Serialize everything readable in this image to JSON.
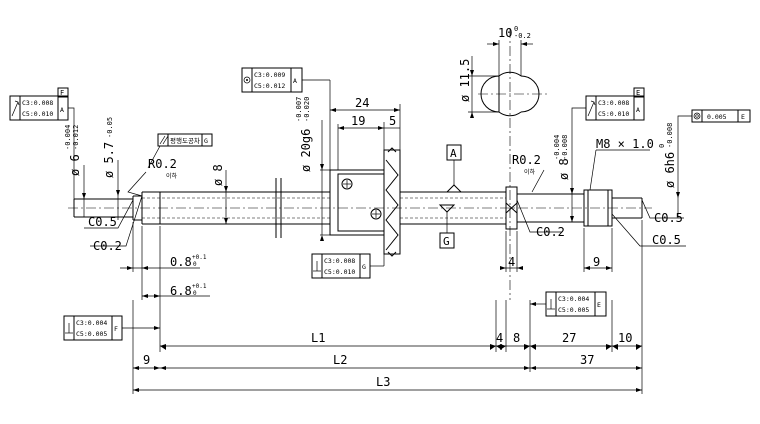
{
  "dims": {
    "d11_5": "ø 11.5",
    "w10": "10",
    "w10_tol": "0",
    "w10_tol2": "-0.2",
    "d24": "24",
    "d19": "19",
    "d5": "5",
    "d20g6": "ø 20g6",
    "d20g6_tol1": "-0.007",
    "d20g6_tol2": "-0.020",
    "d6_left": "ø 6",
    "d6_left_tol1": "-0.004",
    "d6_left_tol2": "-0.012",
    "d5_7": "ø 5.7",
    "d5_7_tol": "-0.05",
    "d8_left": "ø 8",
    "r02_left": "R0.2",
    "r02_left_sub": "이하",
    "r02_right": "R0.2",
    "r02_right_sub": "이하",
    "d8_right": "ø 8",
    "d8_right_tol1": "-0.004",
    "d8_right_tol2": "-0.008",
    "m8": "M8 × 1.0",
    "d6h6": "ø 6h6",
    "d6h6_tol1": "0",
    "d6h6_tol2": "-0.008",
    "c05_a": "C0.5",
    "c02_a": "C0.2",
    "c02_b": "C0.2",
    "c05_b": "C0.5",
    "c05_c": "C0.5",
    "d08": "0.8",
    "d08_tol": "+0.1",
    "d08_tol2": "0",
    "d68": "6.8",
    "d68_tol": "+0.1",
    "d68_tol2": "0",
    "d4a": "4",
    "d9a": "9",
    "L1": "L1",
    "d4b": "4",
    "d8b": "8",
    "d27": "27",
    "d10": "10",
    "d9b": "9",
    "L2": "L2",
    "d37": "37",
    "L3": "L3"
  },
  "datums": {
    "A": "A",
    "G": "G",
    "E": "E",
    "F": "F"
  },
  "frames": {
    "left_runout": {
      "line1": "C3:0.008",
      "line2": "C5:0.010",
      "datum": "A",
      "tag": "F"
    },
    "nut_runout": {
      "line1": "C3:0.009",
      "line2": "C5:0.012",
      "datum": "A"
    },
    "parallel": {
      "text": "평행도공차",
      "datum": "G"
    },
    "nut_perp": {
      "line1": "C3:0.008",
      "line2": "C5:0.010",
      "datum": "G"
    },
    "right_runout": {
      "line1": "C3:0.008",
      "line2": "C5:0.010",
      "datum": "A",
      "tag": "E"
    },
    "concentric": {
      "value": "0.005",
      "datum": "E"
    },
    "perp_right": {
      "line1": "C3:0.004",
      "line2": "C5:0.005",
      "datum": "E"
    },
    "perp_left": {
      "line1": "C3:0.004",
      "line2": "C5:0.005",
      "datum": "F"
    }
  }
}
